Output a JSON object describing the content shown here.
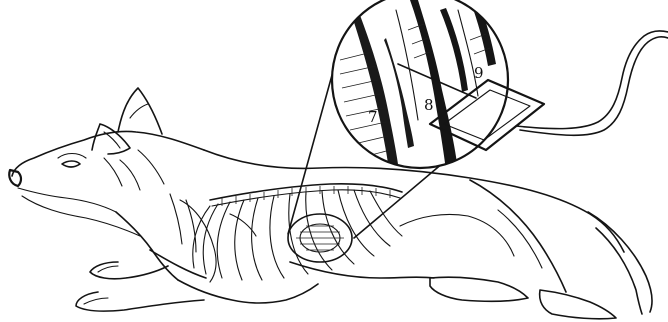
{
  "labels": {
    "layer_7": "7",
    "layer_8": "8",
    "layer_9": "9"
  }
}
